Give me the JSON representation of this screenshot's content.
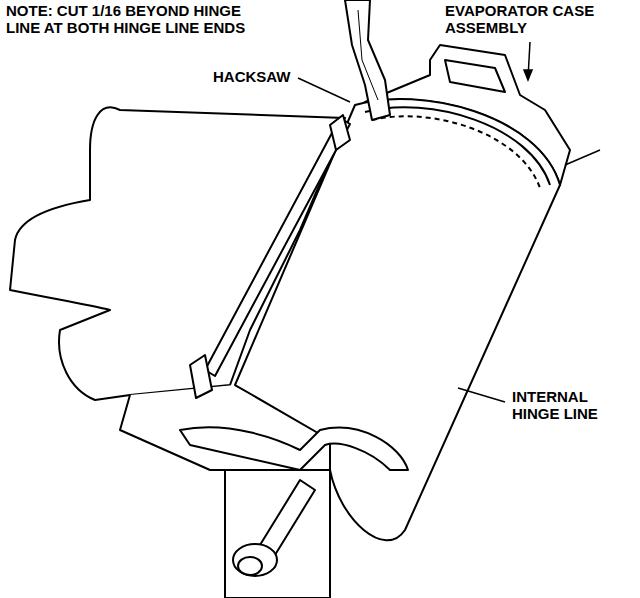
{
  "diagram": {
    "labels": [
      "NOTE: CUT 1/16 BEYOND HINGE LINE AT BOTH HINGE LINE ENDS",
      "HACKSAW",
      "EVAPORATOR CASE ASSEMBLY",
      "INTERNAL HINGE LINE"
    ]
  }
}
